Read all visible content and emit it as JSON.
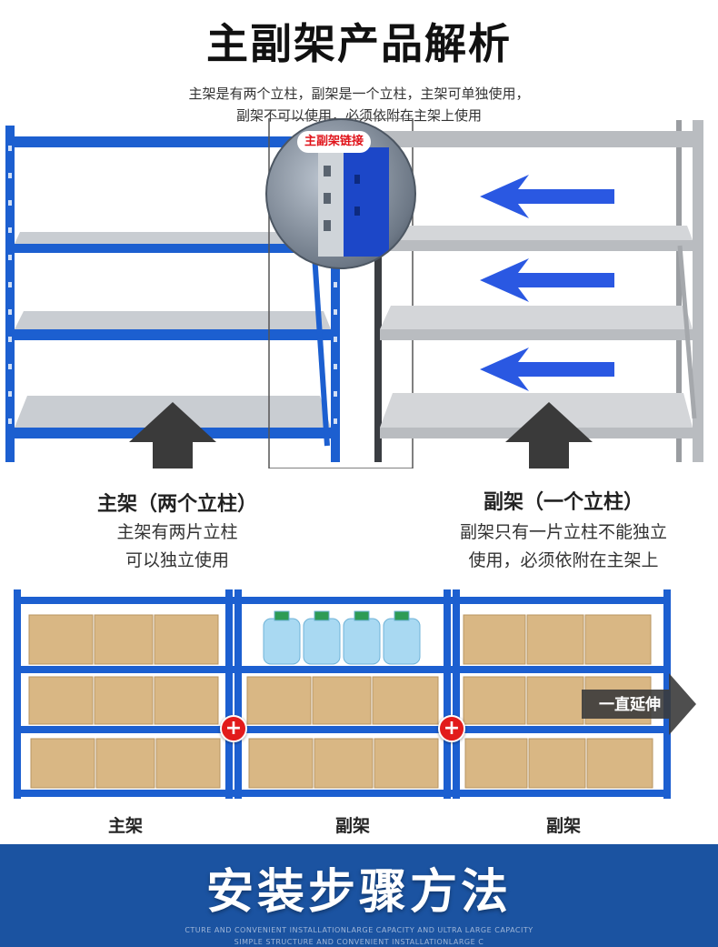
{
  "header": {
    "title": "主副架产品解析",
    "intro_line1": "主架是有两个立柱，副架是一个立柱，主架可单独使用，",
    "intro_line2": "副架不可以使用，必须依附在主架上使用"
  },
  "callout": {
    "label": "主副架链接"
  },
  "main_rack": {
    "heading": "主架（两个立柱）",
    "line1": "主架有两片立柱",
    "line2": "可以独立使用"
  },
  "sub_rack": {
    "heading": "副架（一个立柱）",
    "line1": "副架只有一片立柱不能独立",
    "line2": "使用，必须依附在主架上"
  },
  "assembly": {
    "plus_symbol": "+",
    "extend_label": "一直延伸",
    "labels": [
      "主架",
      "副架",
      "副架"
    ]
  },
  "footer": {
    "title": "安装步骤方法",
    "subtitle1": "CTURE AND CONVENIENT INSTALLATIONLARGE CAPACITY AND ULTRA LARGE CAPACITY",
    "subtitle2": "SIMPLE STRUCTURE AND CONVENIENT INSTALLATIONLARGE C"
  },
  "colors": {
    "rack_blue": "#1c5fd0",
    "rack_gray": "#b9bcc0",
    "footer_blue": "#1b53a1",
    "plus_red": "#e21b1b",
    "callout_red": "#e0131a"
  }
}
